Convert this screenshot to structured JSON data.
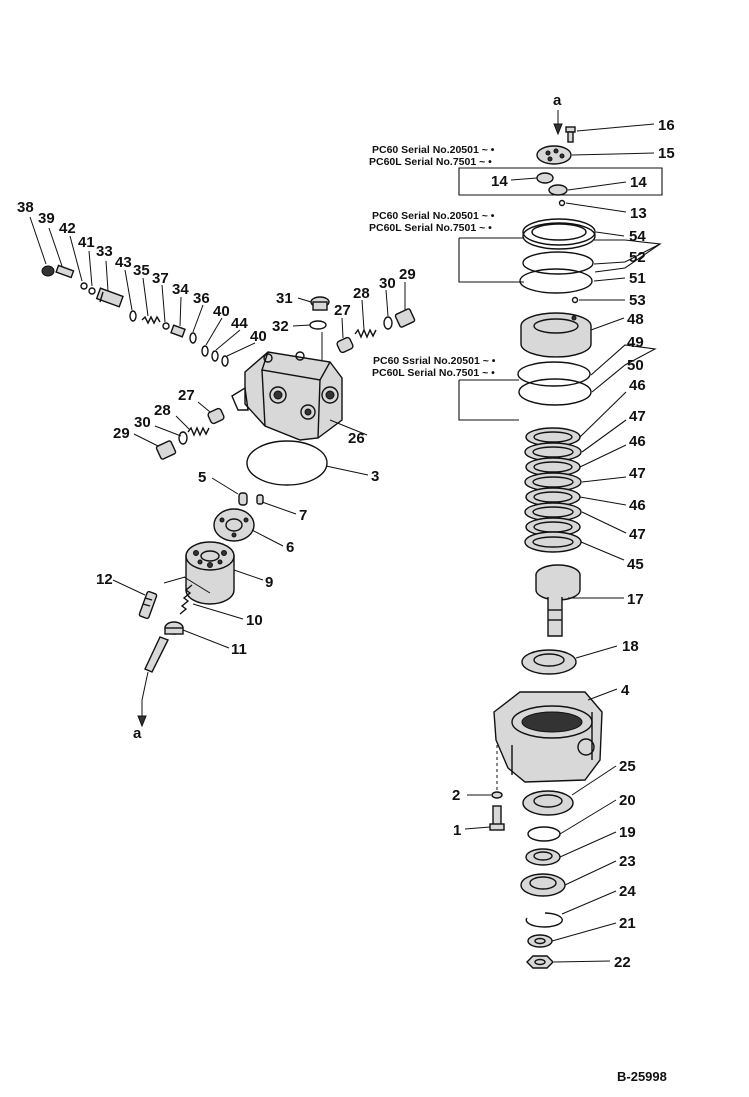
{
  "figure_id": "B-25998",
  "ref_letter": "a",
  "notes": {
    "top_pc60": "PC60  Serial No.20501 ~ •",
    "top_pc60l": "PC60L Serial No.7501 ~ •",
    "mid_pc60": "PC60  Serial No.20501 ~ •",
    "mid_pc60l": "PC60L Serial No.7501 ~ •",
    "low_pc60": "PC60  Ssrial No.20501 ~ •",
    "low_pc60l": "PC60L Serial No.7501 ~ •"
  },
  "callouts": {
    "c38": "38",
    "c39": "39",
    "c42": "42",
    "c41": "41",
    "c33": "33",
    "c43": "43",
    "c35": "35",
    "c37": "37",
    "c34": "34",
    "c36": "36",
    "c40a": "40",
    "c44": "44",
    "c40b": "40",
    "c31": "31",
    "c32": "32",
    "c28a": "28",
    "c27a": "27",
    "c30a": "30",
    "c29a": "29",
    "c27b": "27",
    "c28b": "28",
    "c30b": "30",
    "c29b": "29",
    "c26": "26",
    "c3": "3",
    "c5": "5",
    "c7": "7",
    "c6": "6",
    "c12": "12",
    "c9": "9",
    "c10": "10",
    "c11": "11",
    "c16": "16",
    "c15": "15",
    "c14a": "14",
    "c14b": "14",
    "c13": "13",
    "c54": "54",
    "c52": "52",
    "c51": "51",
    "c53": "53",
    "c48": "48",
    "c49": "49",
    "c50": "50",
    "c46a": "46",
    "c47a": "47",
    "c46b": "46",
    "c47b": "47",
    "c46c": "46",
    "c47c": "47",
    "c45": "45",
    "c17": "17",
    "c18": "18",
    "c4": "4",
    "c25": "25",
    "c2": "2",
    "c20": "20",
    "c1": "1",
    "c19": "19",
    "c23": "23",
    "c24": "24",
    "c21": "21",
    "c22": "22"
  }
}
